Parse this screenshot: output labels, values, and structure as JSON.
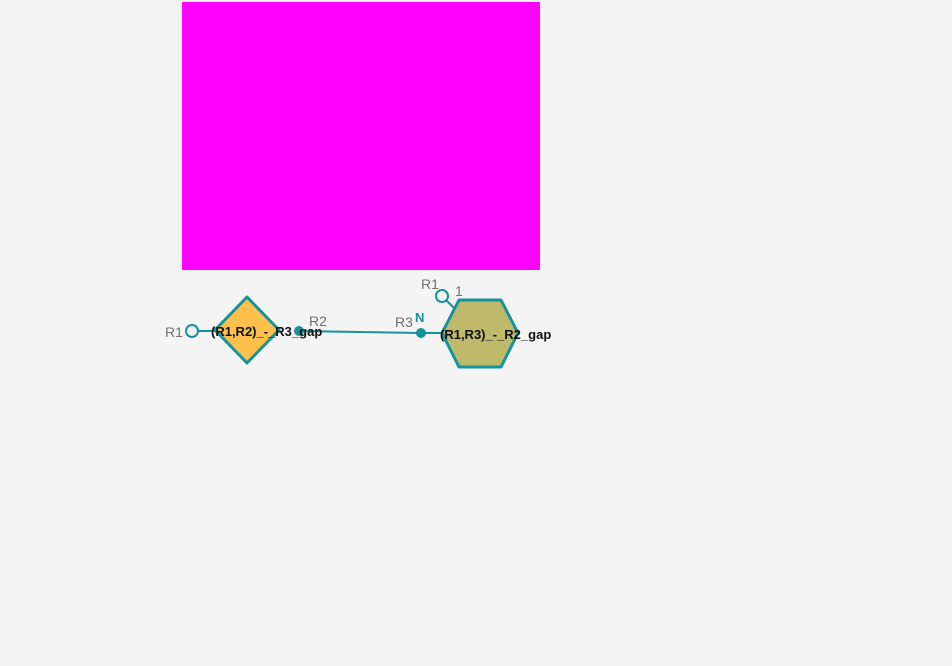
{
  "colors": {
    "background": "#f4f4f4",
    "placeholder": "#ff00ff",
    "stroke": "#15939b",
    "diamond_fill": "#fdc04d",
    "hexagon_fill": "#bfb96c",
    "label_gray": "#707070"
  },
  "nodes": {
    "diamond": {
      "label": "(R1,R2)_-_R3_gap",
      "port_left": "R1",
      "port_right": "R2"
    },
    "hexagon": {
      "label": "(R1,R3)_-_R2_gap",
      "port_top": "R1",
      "port_top_index": "1",
      "port_left": "R3",
      "port_left_atom": "N"
    }
  }
}
